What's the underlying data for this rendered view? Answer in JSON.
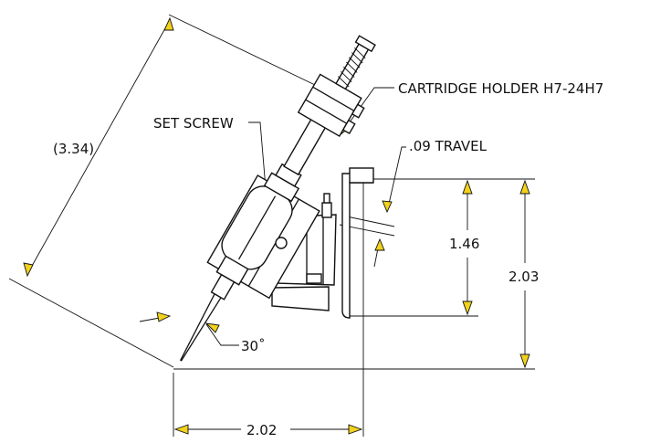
{
  "labels": {
    "cartridge_holder": "CARTRIDGE HOLDER H7-24H7",
    "set_screw": "SET SCREW",
    "travel": ".09 TRAVEL",
    "diagonal_dim": "(3.34)",
    "height_inner": "1.46",
    "height_outer": "2.03",
    "width": "2.02",
    "angle": "30˚"
  },
  "colors": {
    "arrow_fill": "#f2d21c",
    "line": "#111111",
    "background": "#ffffff"
  }
}
